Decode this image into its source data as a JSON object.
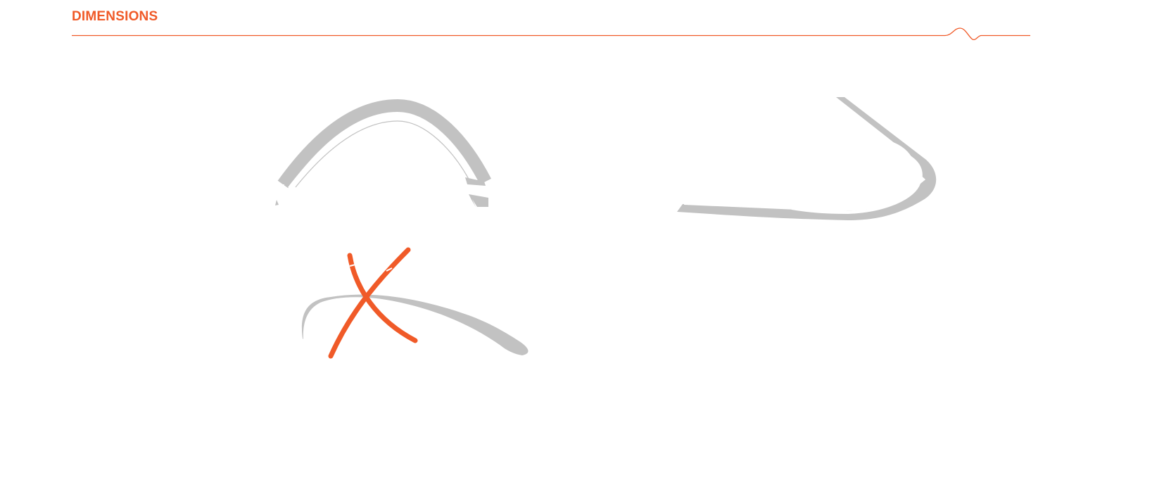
{
  "header": {
    "title": "DIMENSIONS"
  },
  "colors": {
    "accent": "#f05a28",
    "band_gray": "#c2c2c2",
    "background": "#ffffff"
  },
  "illustrations": [
    {
      "name": "arch-band-illustration",
      "shape": "arch"
    },
    {
      "name": "hook-band-illustration",
      "shape": "hook"
    },
    {
      "name": "crossed-bands-illustration",
      "shape": "sweep-with-orange-cross"
    }
  ]
}
